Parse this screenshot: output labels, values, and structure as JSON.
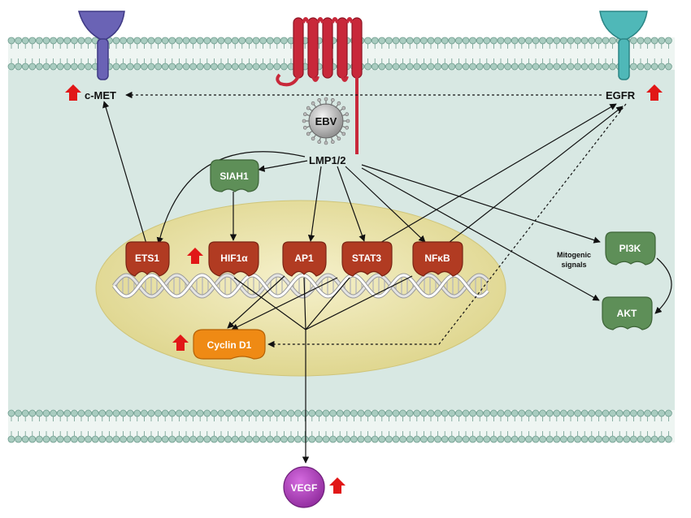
{
  "labels": {
    "cmet": "c-MET",
    "egfr": "EGFR",
    "ebv": "EBV",
    "lmp": "LMP1/2",
    "siah1": "SIAH1",
    "ets1": "ETS1",
    "hif1a": "HIF1α",
    "ap1": "AP1",
    "stat3": "STAT3",
    "nfkb": "NFκB",
    "pi3k": "PI3K",
    "akt": "AKT",
    "mitogenic_line1": "Mitogenic",
    "mitogenic_line2": "signals",
    "cyclind1": "Cyclin D1",
    "vegf": "VEGF"
  },
  "colors": {
    "cytoplasm": "#d8e8e3",
    "membrane_head": "#a9ccc0",
    "membrane_head_stroke": "#6f9c8e",
    "nucleus": "#ece5a8",
    "transcription_factor": "#b13b22",
    "green_protein": "#5e8f58",
    "lmp_receptor": "#c8283a",
    "cmet_receptor": "#6a63b5",
    "egfr_receptor": "#4fb8b8",
    "cyclin": "#ef8a14",
    "vegf": "#b23bc2",
    "up_arrow": "#e11717"
  },
  "icons": [
    "up-arrow-icon",
    "virus-icon",
    "dna-helix-icon",
    "receptor-icon"
  ]
}
